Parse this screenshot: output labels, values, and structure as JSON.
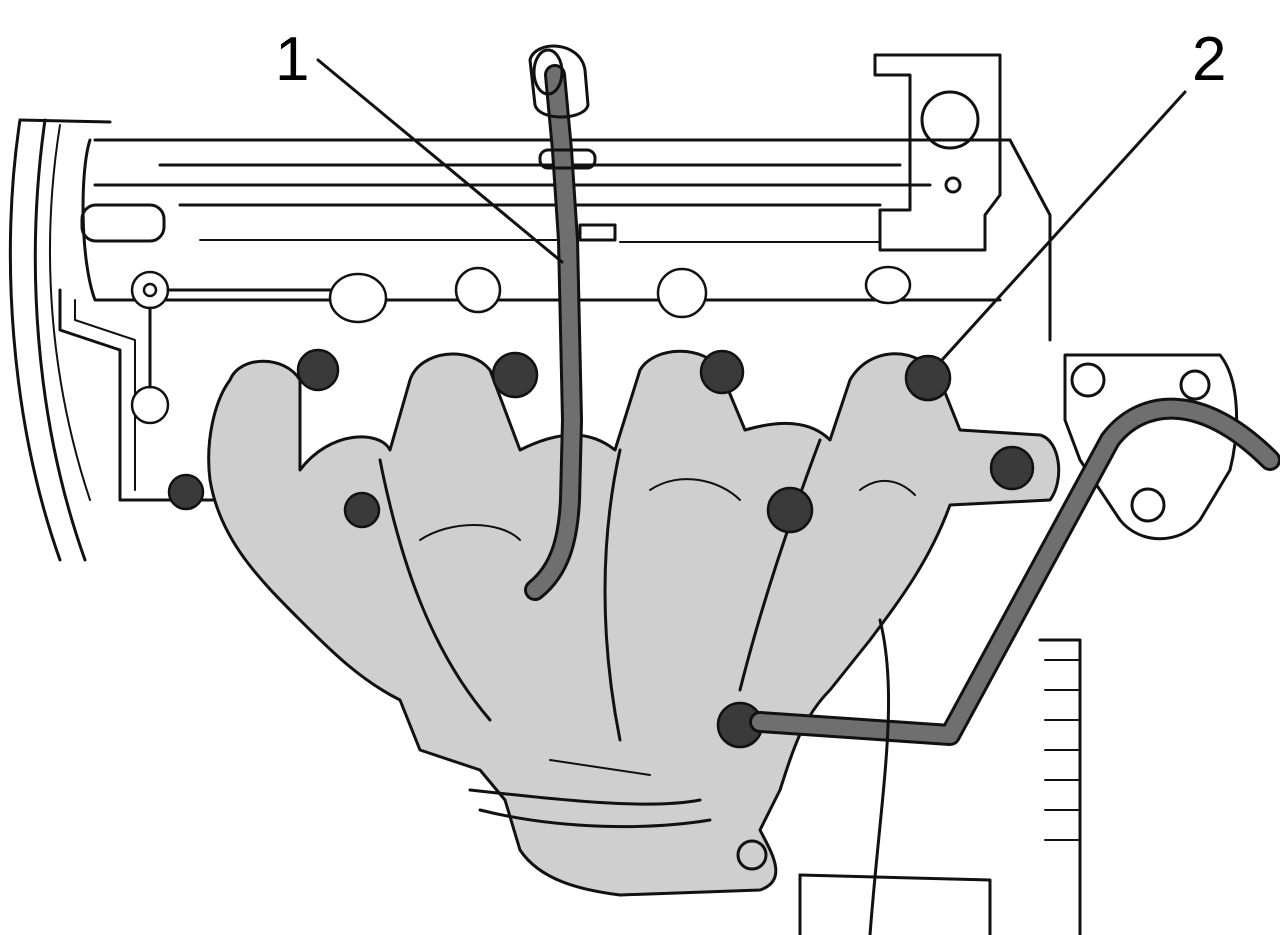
{
  "callouts": [
    {
      "id": 1,
      "label": "1"
    },
    {
      "id": 2,
      "label": "2"
    }
  ],
  "colors": {
    "background": "#ffffff",
    "line": "#111111",
    "manifold_fill": "#cfcfcf",
    "pipe": "#6f6f6f",
    "nut": "#3a3a3a"
  },
  "icons": {
    "dipstick": "dipstick-tube-icon",
    "manifold": "exhaust-manifold-icon",
    "fasteners": "manifold-nut-icon",
    "egr_pipe": "egr-pipe-icon"
  }
}
